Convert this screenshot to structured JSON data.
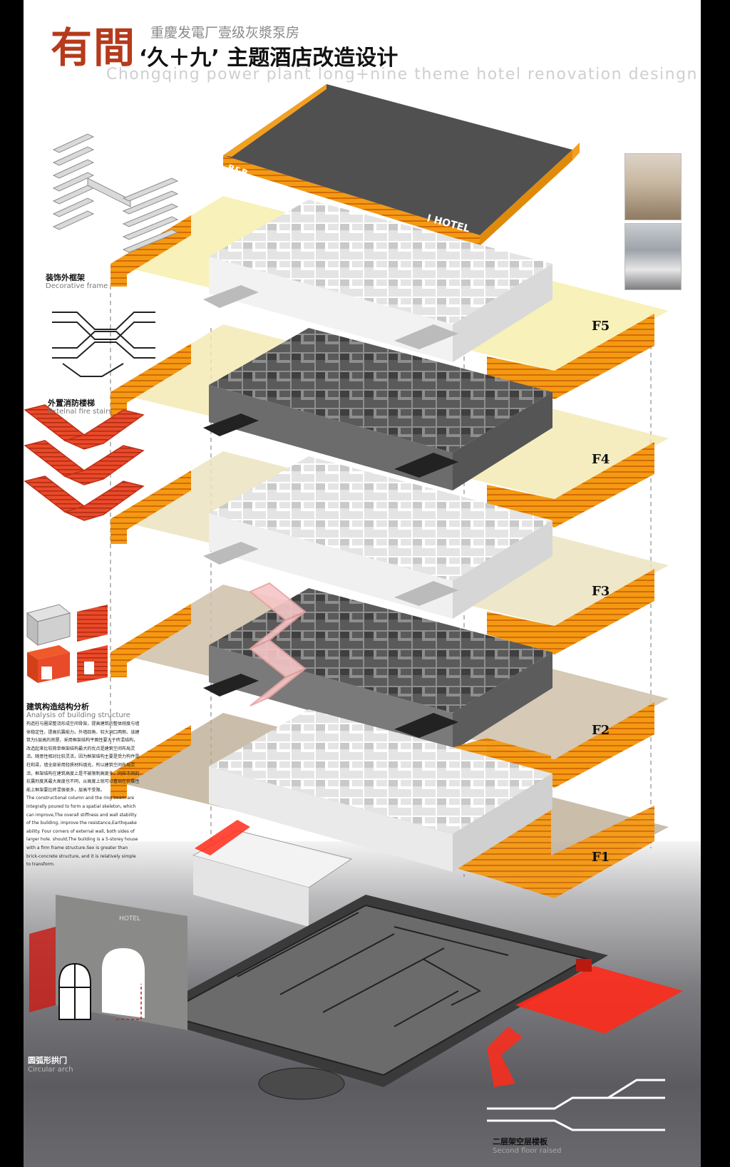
{
  "title": {
    "logo_text": "有間",
    "subtitle_cn": "重慶发電厂壹级灰漿泵房",
    "main_cn": "‘久＋九’ 主题酒店改造设计",
    "english": "Chongqing power plant long+nine theme hotel renovation desingn"
  },
  "floors": [
    "F5",
    "F4",
    "F3",
    "F2",
    "F1"
  ],
  "signage": {
    "bnb": "B&B",
    "hotel": "I HOTEL",
    "arch_sign": "HOTEL"
  },
  "side_labels": {
    "frame_cn": "装饰外框架",
    "frame_en": "Decorative frame",
    "stairs_cn": "外置消防楼梯",
    "stairs_en": "Extelnal fire stairs",
    "structure_cn": "建筑构造结构分析",
    "structure_en": "Analysis of building structure",
    "arch_cn": "圆弧形拱门",
    "arch_en": "Circular arch",
    "raised_cn": "二层架空层楼板",
    "raised_en": "Second floor raised"
  },
  "structure_text_cn": "构造柱与圈梁整浇形成空间骨架，提高建筑的整体刚度与墙体稳定性，提高抗震能力。外墙四角、较大洞口两侧、该建筑为5层高的房屋，采用框架结构平面性要大于砖混结构，改造起来比较简单框架结构最大的优点是建筑空间布局灵活。随意性相对比较灵活，因为框架结构主要是受力构件是柱和梁，墙全部采用轻质材料填充，所以建筑空间布局灵活，框架结构在建筑高度上是不被限制高度多，同样不同的抗震烈度其最大高度也不同，从高度上就可以看出在抗震性能上框架要比砖混强很多，层高不受限。",
  "structure_text_en": "The constructional column and the ring beam are integrally poured to form a spatial skeleton, which can improve,The overall stiffness and wall stability of the building, improve the resistance,Earthquake ability. Four corners of external wall, both sides of larger hole. should,The building is a 5-storey house with a firm frame structure.Sex is greater than brick-concrete structure, and it is relatively simple to transform.",
  "colors": {
    "frame_orange": "#f39a12",
    "title_red": "#b63a1c",
    "stair_red": "#ff2a1a",
    "plate_yellow": "#f6ec9c"
  }
}
